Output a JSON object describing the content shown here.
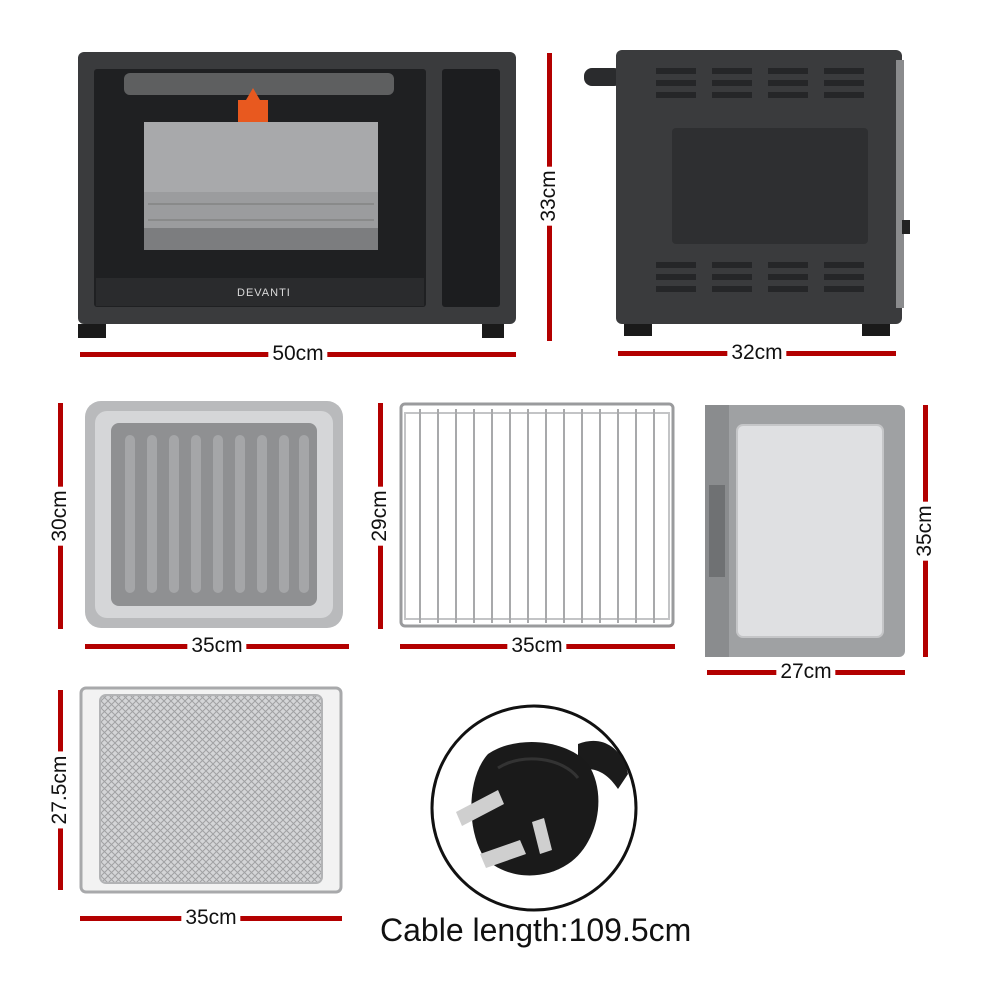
{
  "oven": {
    "brand": "DEVANTI",
    "width_label": "50cm",
    "height_label": "33cm",
    "depth_label": "32cm"
  },
  "accessories": {
    "baking_tray": {
      "width_label": "35cm",
      "height_label": "30cm"
    },
    "wire_rack": {
      "width_label": "35cm",
      "height_label": "29cm"
    },
    "crumb_tray": {
      "width_label": "27cm",
      "height_label": "35cm"
    },
    "mesh_basket": {
      "width_label": "35cm",
      "height_label": "27.5cm"
    }
  },
  "cable": {
    "text": "Cable length:109.5cm"
  },
  "colors": {
    "dimension_line": "#b30000",
    "oven_body": "#3a3b3d"
  }
}
